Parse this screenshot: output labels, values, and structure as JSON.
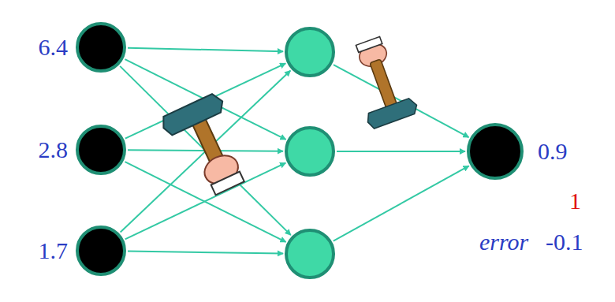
{
  "diagram": {
    "nodes": [
      {
        "text": [
          "6.4"
        ]
      },
      {
        "text": [
          "2.8"
        ]
      },
      {
        "text": [
          "1.7"
        ]
      },
      {
        "text": []
      },
      {
        "text": []
      },
      {
        "text": []
      },
      {
        "text": [
          "0.9"
        ]
      }
    ],
    "edges": [
      {
        "from": 0,
        "to": 3,
        "arrow": "to"
      },
      {
        "from": 0,
        "to": 4,
        "arrow": "to"
      },
      {
        "from": 0,
        "to": 5,
        "arrow": "to"
      },
      {
        "from": 1,
        "to": 3,
        "arrow": "to"
      },
      {
        "from": 1,
        "to": 4,
        "arrow": "to"
      },
      {
        "from": 1,
        "to": 5,
        "arrow": "to"
      },
      {
        "from": 2,
        "to": 3,
        "arrow": "to"
      },
      {
        "from": 2,
        "to": 4,
        "arrow": "to"
      },
      {
        "from": 2,
        "to": 5,
        "arrow": "to"
      },
      {
        "from": 3,
        "to": 6,
        "arrow": "to"
      },
      {
        "from": 4,
        "to": 6,
        "arrow": "to"
      },
      {
        "from": 5,
        "to": 6,
        "arrow": "to"
      }
    ],
    "labels": [
      "1",
      "error",
      "-0.1"
    ]
  }
}
